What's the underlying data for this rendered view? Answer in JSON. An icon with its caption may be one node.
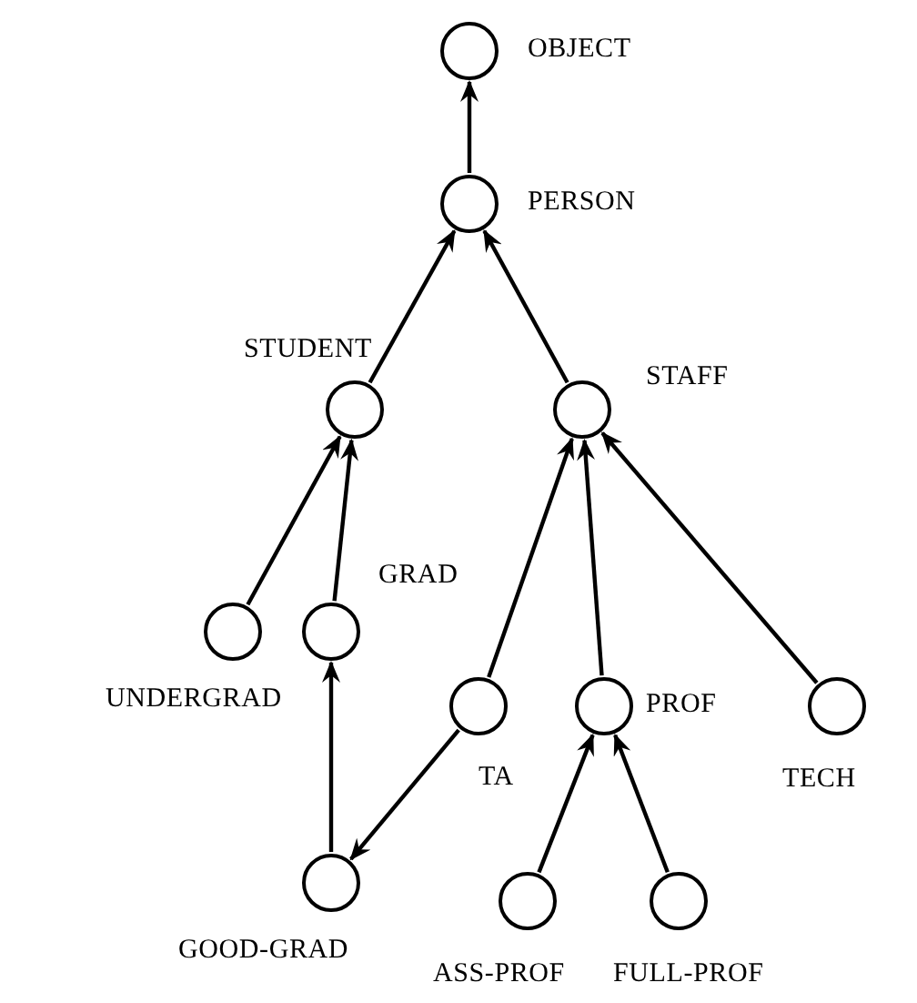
{
  "diagram": {
    "nodes": [
      {
        "text": [
          "OBJECT"
        ]
      },
      {
        "text": [
          "PERSON"
        ]
      },
      {
        "text": [
          "STUDENT"
        ]
      },
      {
        "text": [
          "STAFF"
        ]
      },
      {
        "text": [
          "UNDERGRAD"
        ]
      },
      {
        "text": [
          "GRAD"
        ]
      },
      {
        "text": [
          "TA"
        ]
      },
      {
        "text": [
          "PROF"
        ]
      },
      {
        "text": [
          "TECH"
        ]
      },
      {
        "text": [
          "GOOD-GRAD"
        ]
      },
      {
        "text": [
          "ASS-PROF"
        ]
      },
      {
        "text": [
          "FULL-PROF"
        ]
      }
    ],
    "edges": [
      {
        "from": 1,
        "to": 0,
        "arrow": "to"
      },
      {
        "from": 2,
        "to": 1,
        "arrow": "to"
      },
      {
        "from": 3,
        "to": 1,
        "arrow": "to"
      },
      {
        "from": 4,
        "to": 2,
        "arrow": "to"
      },
      {
        "from": 5,
        "to": 2,
        "arrow": "to"
      },
      {
        "from": 6,
        "to": 3,
        "arrow": "to"
      },
      {
        "from": 7,
        "to": 3,
        "arrow": "to"
      },
      {
        "from": 8,
        "to": 3,
        "arrow": "to"
      },
      {
        "from": 9,
        "to": 5,
        "arrow": "to"
      },
      {
        "from": 6,
        "to": 9,
        "arrow": "to"
      },
      {
        "from": 10,
        "to": 7,
        "arrow": "to"
      },
      {
        "from": 11,
        "to": 7,
        "arrow": "to"
      }
    ]
  }
}
